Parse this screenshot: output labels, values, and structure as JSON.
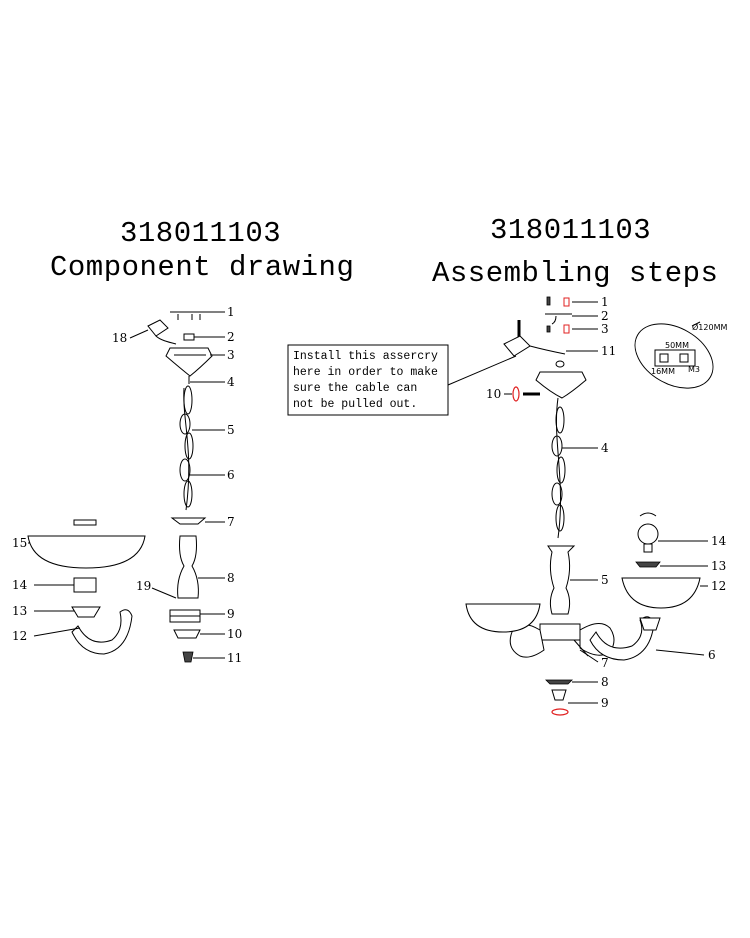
{
  "left": {
    "model": "318011103",
    "heading": "Component drawing",
    "labels": [
      "1",
      "2",
      "3",
      "4",
      "5",
      "6",
      "7",
      "8",
      "9",
      "10",
      "11",
      "12",
      "13",
      "14",
      "15",
      "18",
      "19"
    ]
  },
  "right": {
    "model": "318011103",
    "heading": "Assembling steps",
    "note_lines": [
      "Install this assercry",
      "here in order to make",
      "sure the cable can",
      "not be pulled out."
    ],
    "labels": [
      "1",
      "2",
      "3",
      "4",
      "5",
      "6",
      "7",
      "8",
      "9",
      "10",
      "11",
      "12",
      "13",
      "14"
    ],
    "detail": {
      "diameter": "Ø120MM",
      "dim1": "50MM",
      "dim2": "16MM",
      "dim3": "M3"
    }
  },
  "colors": {
    "line": "#000000",
    "highlight": "#e02020"
  }
}
